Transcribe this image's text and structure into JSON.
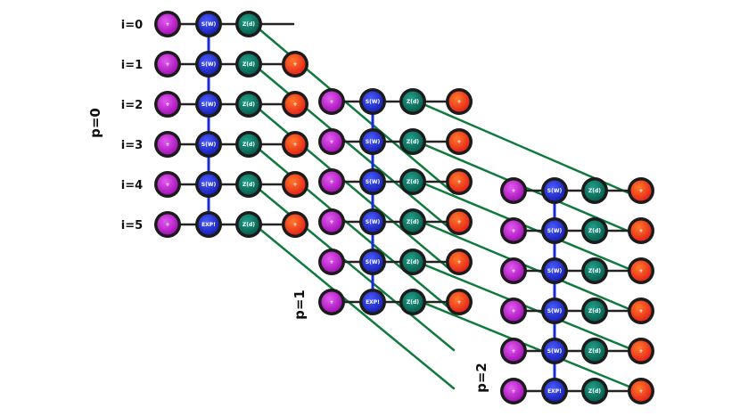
{
  "row_labels": [
    "i=0",
    "i=1",
    "i=2",
    "i=3",
    "i=4",
    "i=5"
  ],
  "pass_labels": [
    "p=0",
    "p=1",
    "p=2"
  ],
  "node_labels": {
    "plus": "+",
    "scale": "S(W)",
    "exp": "EXP!",
    "delay": "Z(d)"
  },
  "colors": {
    "plus": "#c21bd2",
    "scale": "#2433e0",
    "delay": "#0e7a66",
    "adder": "#ff4a1c",
    "ring": "#111111",
    "wire": "#222222",
    "vertical_bus": "#1a2bd6",
    "cross_link": "#0f7a3c"
  }
}
